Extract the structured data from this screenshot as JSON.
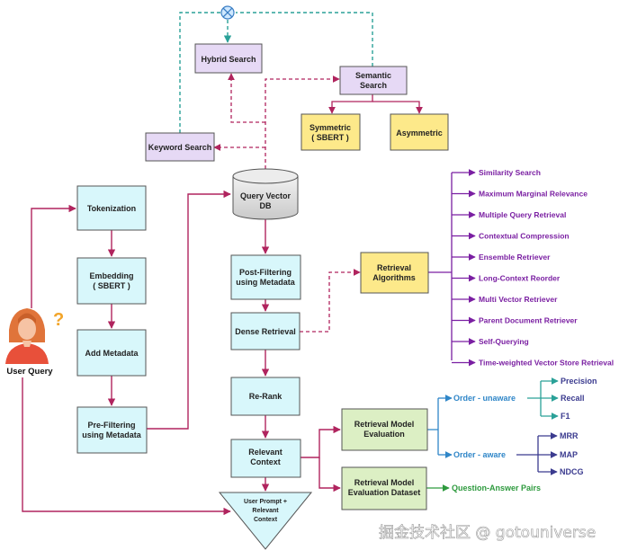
{
  "nodes": {
    "hybrid_search": "Hybrid Search",
    "semantic_search": [
      "Semantic",
      "Search"
    ],
    "symmetric": [
      "Symmetric",
      "( SBERT )"
    ],
    "asymmetric": "Asymmetric",
    "keyword_search": "Keyword Search",
    "query_vector_db": [
      "Query Vector",
      "DB"
    ],
    "tokenization": "Tokenization",
    "embedding": [
      "Embedding",
      "( SBERT )"
    ],
    "add_metadata": "Add Metadata",
    "pre_filtering": [
      "Pre-Filtering",
      "using Metadata"
    ],
    "post_filtering": [
      "Post-Filtering",
      "using Metadata"
    ],
    "dense_retrieval": "Dense Retrieval",
    "re_rank": "Re-Rank",
    "relevant_context": [
      "Relevant",
      "Context"
    ],
    "user_prompt": [
      "User Prompt +",
      "Relevant",
      "Context"
    ],
    "retrieval_algorithms": [
      "Retrieval",
      "Algorithms"
    ],
    "retrieval_model_evaluation": [
      "Retrieval Model",
      "Evaluation"
    ],
    "retrieval_model_evaluation_dataset": [
      "Retrieval Model",
      "Evaluation Dataset"
    ],
    "user_query": "User Query",
    "question_mark": "?"
  },
  "algorithms": [
    "Similarity Search",
    "Maximum Marginal Relevance",
    "Multiple Query Retrieval",
    "Contextual Compression",
    "Ensemble Retriever",
    "Long-Context Reorder",
    "Multi Vector Retriever",
    "Parent Document Retriever",
    "Self-Querying",
    "Time-weighted Vector Store Retrieval"
  ],
  "evaluation": {
    "order_unaware": "Order - unaware",
    "order_aware": "Order - aware",
    "unaware_metrics": [
      "Precision",
      "Recall",
      "F1"
    ],
    "aware_metrics": [
      "MRR",
      "MAP",
      "NDCG"
    ],
    "dataset_output": "Question-Answer Pairs"
  },
  "watermark": "掘金技术社区 @ gotouniverse",
  "colors": {
    "magenta": "#b0245e",
    "teal": "#2aa198",
    "cyan_fill": "#d8f7fb",
    "lavender_fill": "#e6d9f5",
    "yellow_fill": "#fde98a",
    "green_fill": "#dcefc4",
    "purple_text": "#7a1fa2",
    "blue_text": "#2f86c8"
  }
}
